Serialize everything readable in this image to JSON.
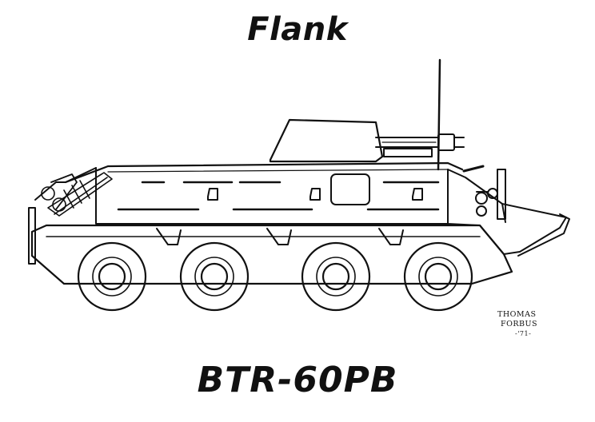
{
  "view_title": "Flank",
  "vehicle_name": "BTR-60PB",
  "signature": {
    "line1": "THOMAS",
    "line2": "FORBUS",
    "line3": "-'71-"
  },
  "colors": {
    "ink": "#111111",
    "paper": "#ffffff"
  }
}
